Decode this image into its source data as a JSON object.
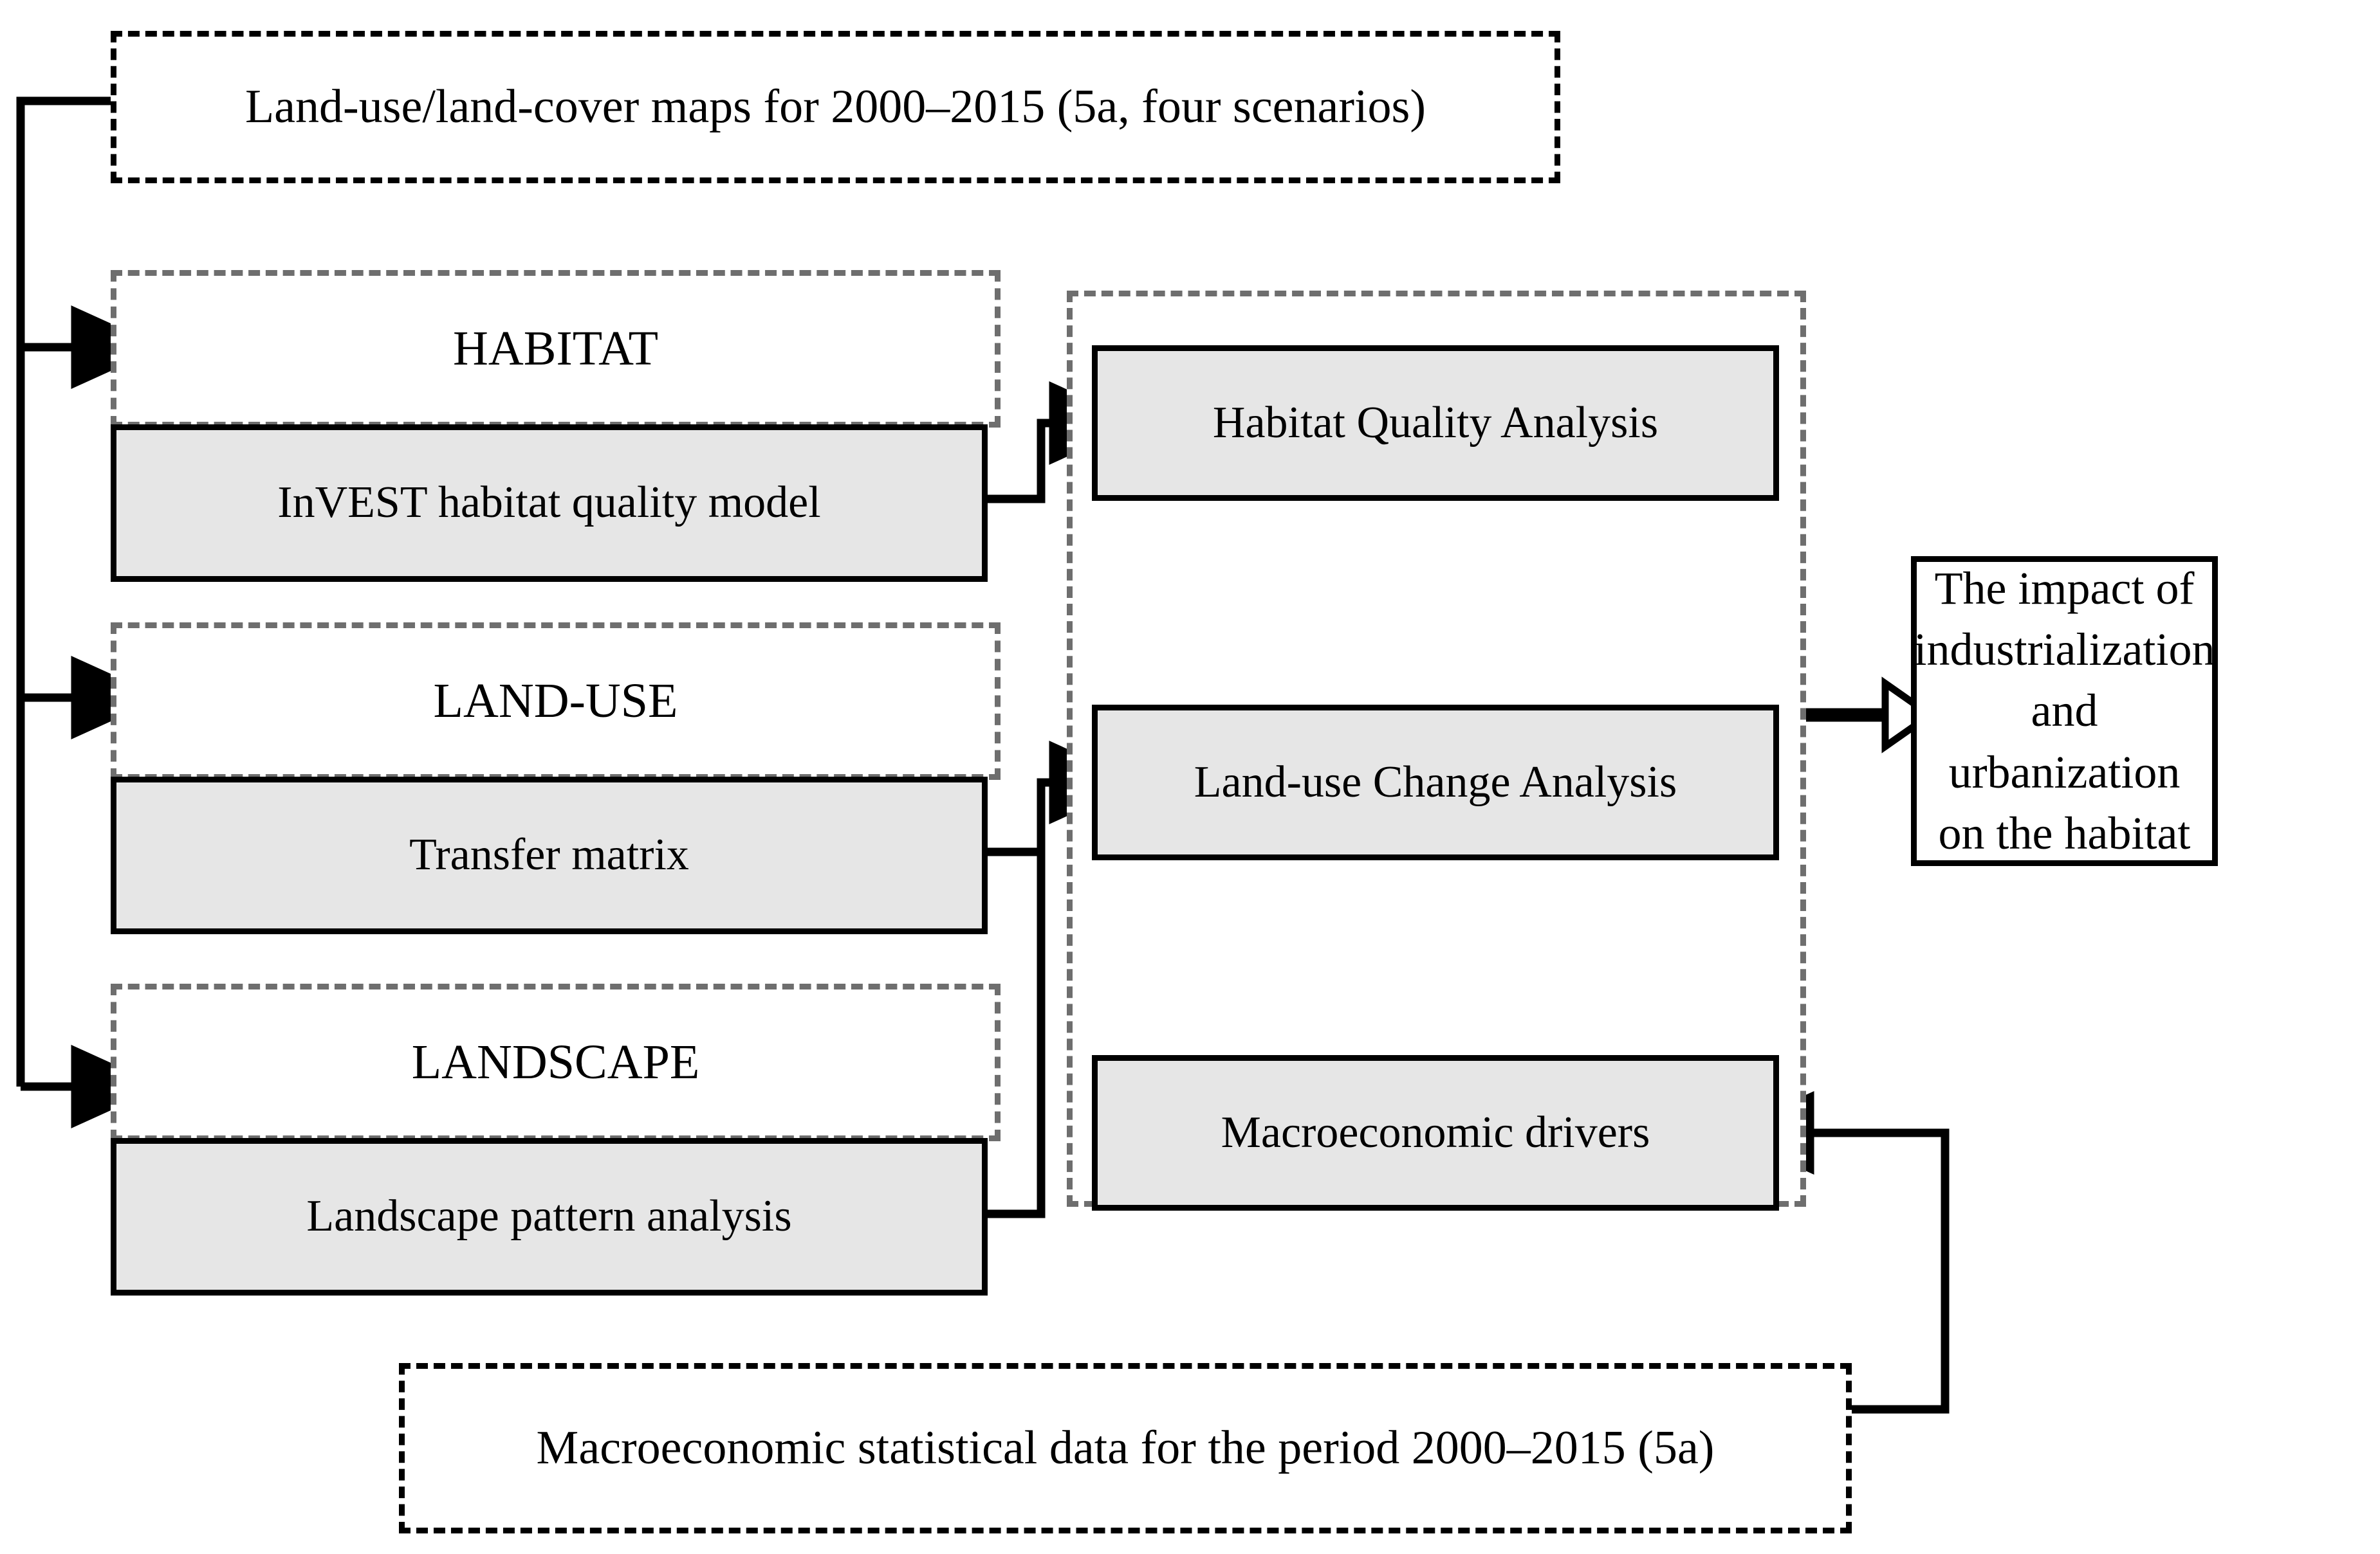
{
  "diagram": {
    "title": "Research framework flowchart",
    "colors": {
      "fill_gray": "#e6e6e6",
      "border_black": "#000000",
      "border_gray": "#6e6e6e",
      "background": "#ffffff"
    },
    "data_sources": [
      {
        "id": "lulc-maps",
        "label": "Land-use/land-cover maps for 2000–2015 (5a, four scenarios)",
        "style": "black-dashed"
      },
      {
        "id": "macro-data",
        "label": "Macroeconomic statistical data for the period 2000–2015 (5a)",
        "style": "black-dashed"
      }
    ],
    "method_groups": [
      {
        "id": "habitat",
        "group_label": "HABITAT",
        "method_label": "InVEST habitat quality model"
      },
      {
        "id": "land-use",
        "group_label": "LAND-USE",
        "method_label": "Transfer matrix"
      },
      {
        "id": "landscape",
        "group_label": "LANDSCAPE",
        "method_label": "Landscape pattern analysis"
      }
    ],
    "analysis_panel": {
      "items": [
        {
          "id": "habitat-quality",
          "label": "Habitat Quality Analysis"
        },
        {
          "id": "land-use-change",
          "label": "Land-use Change Analysis"
        },
        {
          "id": "macro-drivers",
          "label": "Macroeconomic drivers"
        }
      ]
    },
    "outcome": {
      "id": "impact",
      "lines": [
        "The impact of",
        "industrialization",
        "and urbanization",
        "on the habitat"
      ]
    }
  }
}
